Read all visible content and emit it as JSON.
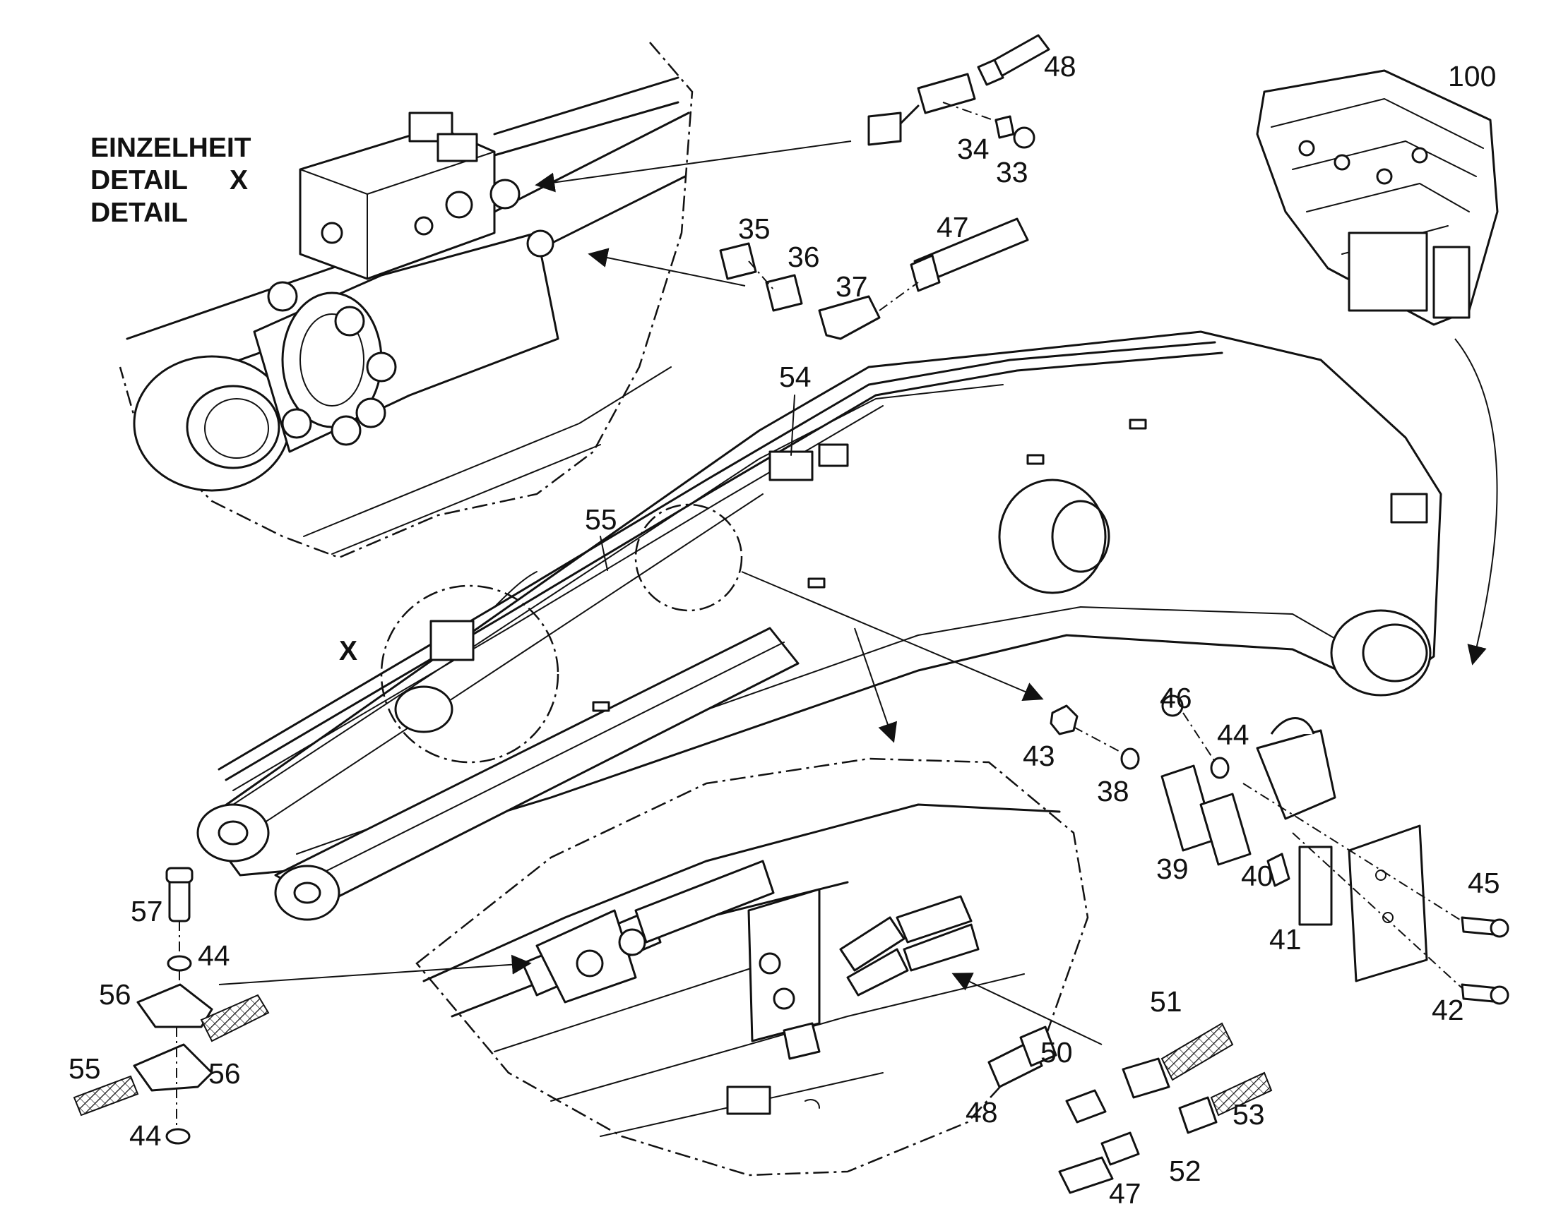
{
  "detail_heading": {
    "line1": "EINZELHEIT",
    "line2": "DETAIL",
    "line2_ref": "X",
    "line3": "DETAIL"
  },
  "callout_x": "X",
  "part_numbers": {
    "p48_top": "48",
    "p34": "34",
    "p33": "33",
    "p100": "100",
    "p35": "35",
    "p36": "36",
    "p37": "37",
    "p47_top": "47",
    "p54": "54",
    "p55_main": "55",
    "p46": "46",
    "p44_right": "44",
    "p43": "43",
    "p38": "38",
    "p39": "39",
    "p40": "40",
    "p45": "45",
    "p41": "41",
    "p42": "42",
    "p57": "57",
    "p44_clamp_top": "44",
    "p56_top": "56",
    "p55_clamp": "55",
    "p56_bottom": "56",
    "p44_clamp_bottom": "44",
    "p51": "51",
    "p50": "50",
    "p48_bottom": "48",
    "p53": "53",
    "p52": "52",
    "p47_bottom": "47"
  }
}
